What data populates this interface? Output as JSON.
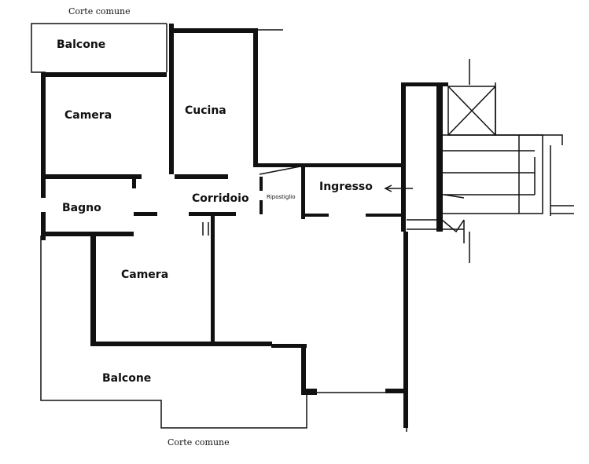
{
  "plan": {
    "labels": {
      "corte_top": "Corte comune",
      "balcone_top": "Balcone",
      "camera_top": "Camera",
      "cucina": "Cucina",
      "bagno": "Bagno",
      "corridoio": "Corridoio",
      "ripostiglio": "Ripostiglio",
      "ingresso": "Ingresso",
      "camera_bottom": "Camera",
      "balcone_bottom": "Balcone",
      "corte_bottom": "Corte comune"
    }
  }
}
